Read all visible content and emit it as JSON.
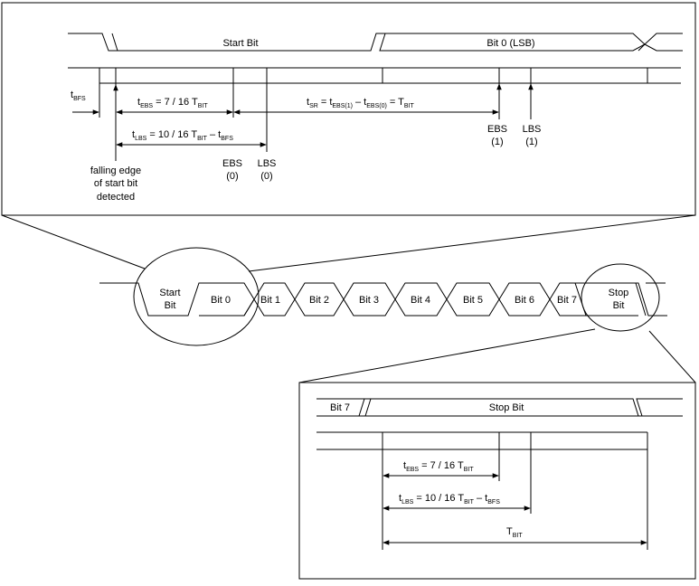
{
  "top_panel": {
    "start_bit": "Start Bit",
    "bit0": "Bit 0 (LSB)",
    "t_bfs": {
      "main": "t",
      "sub": "BFS"
    },
    "t_ebs": {
      "a": "t",
      "a_sub": "EBS",
      "b": " = 7 / 16 T",
      "b_sub": "BIT"
    },
    "t_sr": {
      "a": "t",
      "a_sub": "SR",
      "b": " = t",
      "b_sub": "EBS(1)",
      "c": " – t",
      "c_sub": "EBS(0)",
      "d": " = T",
      "d_sub": "BIT"
    },
    "t_lbs": {
      "a": "t",
      "a_sub": "LBS",
      "b": " = 10 / 16 T",
      "b_sub": "BIT",
      "c": " – t",
      "c_sub": "BFS"
    },
    "ebs0": [
      "EBS",
      "(0)"
    ],
    "lbs0": [
      "LBS",
      "(0)"
    ],
    "ebs1": [
      "EBS",
      "(1)"
    ],
    "lbs1": [
      "LBS",
      "(1)"
    ],
    "falling_edge": [
      "falling edge",
      "of start bit",
      "detected"
    ]
  },
  "frame": {
    "start": [
      "Start",
      "Bit"
    ],
    "bits": [
      "Bit 0",
      "Bit 1",
      "Bit 2",
      "Bit 3",
      "Bit 4",
      "Bit 5",
      "Bit 6",
      "Bit 7"
    ],
    "stop": [
      "Stop",
      "Bit"
    ]
  },
  "bottom_panel": {
    "bit7": "Bit 7",
    "stop_bit": "Stop Bit",
    "t_ebs": {
      "a": "t",
      "a_sub": "EBS",
      "b": " = 7 / 16 T",
      "b_sub": "BIT"
    },
    "t_lbs": {
      "a": "t",
      "a_sub": "LBS",
      "b": " = 10 / 16 T",
      "b_sub": "BIT",
      "c": " – t",
      "c_sub": "BFS"
    },
    "t_bit": {
      "a": "T",
      "a_sub": "BIT"
    }
  }
}
